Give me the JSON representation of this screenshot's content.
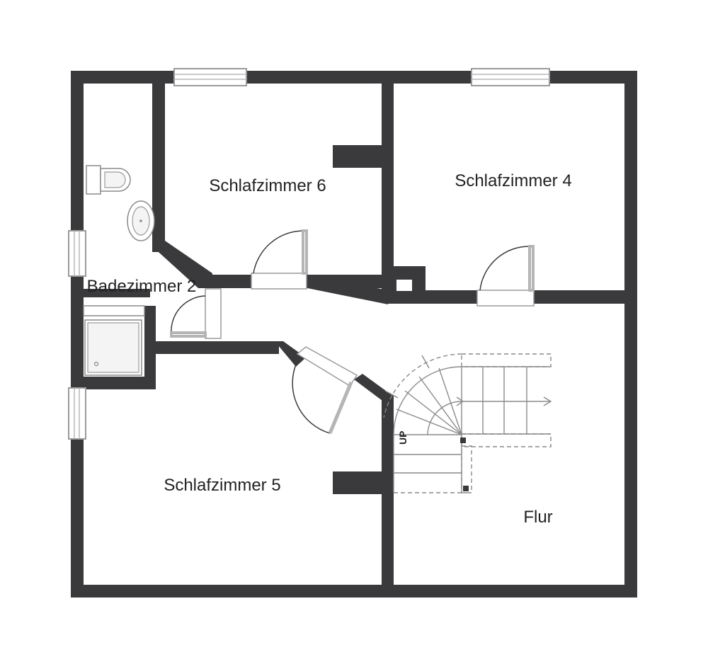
{
  "rooms": {
    "schlafzimmer_6": "Schlafzimmer 6",
    "schlafzimmer_4": "Schlafzimmer 4",
    "badezimmer_2": "Badezimmer 2",
    "schlafzimmer_5": "Schlafzimmer 5",
    "flur": "Flur"
  },
  "stairs": {
    "direction_label": "UP"
  },
  "colors": {
    "wall": "#3a3a3c",
    "fixture_stroke": "#8a8a8a",
    "background": "#ffffff"
  }
}
